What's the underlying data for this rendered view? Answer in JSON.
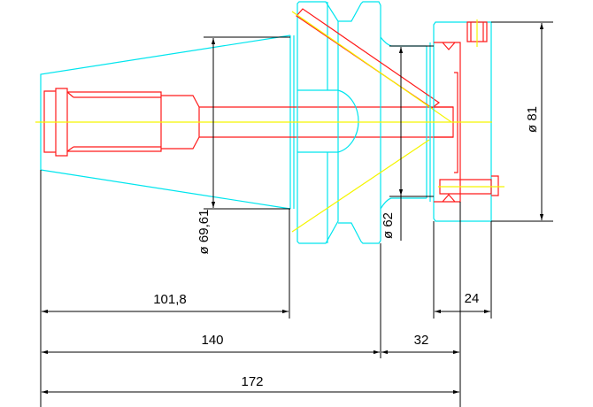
{
  "drawing": {
    "dimensions": {
      "len_101_8": "101,8",
      "len_140": "140",
      "len_32": "32",
      "len_172": "172",
      "len_24": "24",
      "dia_69_61": "ø 69,61",
      "dia_62": "ø 62",
      "dia_81": "ø 81"
    },
    "colors": {
      "outline": "#00e5ee",
      "inner": "#ff1a1a",
      "centerline": "#f5f500",
      "dimension": "#000000"
    }
  }
}
